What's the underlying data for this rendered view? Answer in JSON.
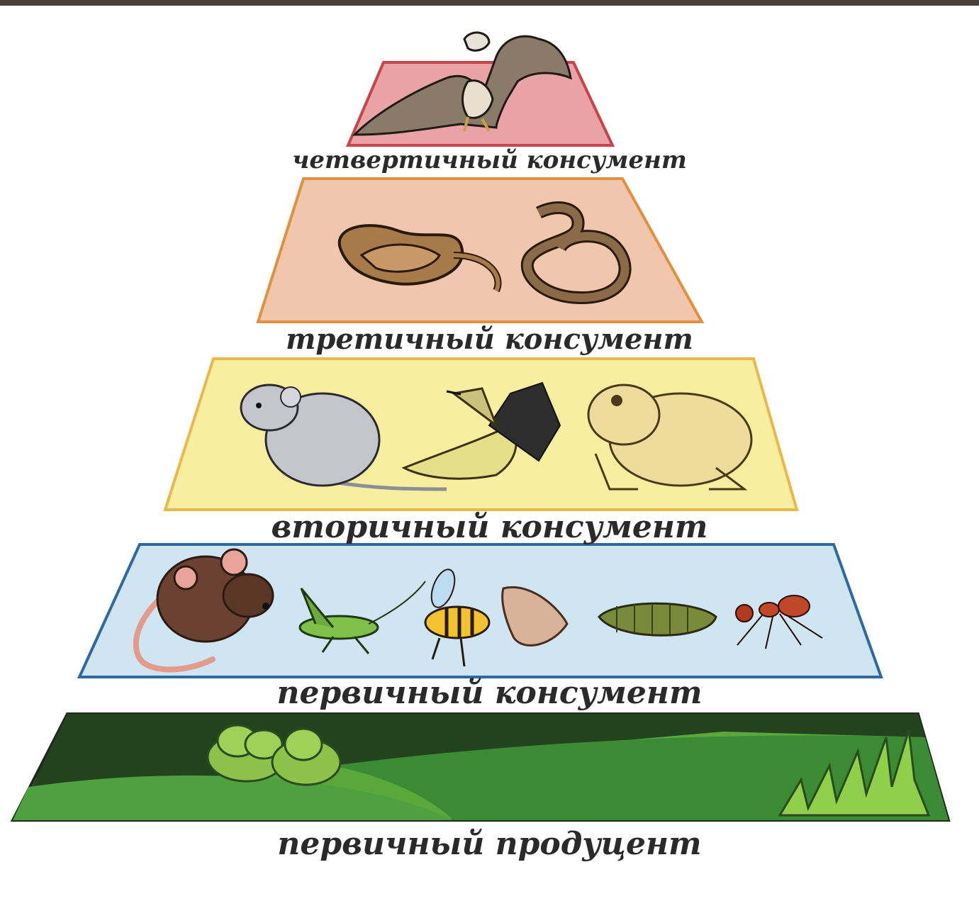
{
  "levels": [
    {
      "id": "quaternary",
      "label": "четвертичный консумент",
      "fill": "#e9a3a6",
      "stroke": "#c9434a",
      "animals": [
        "hawk"
      ]
    },
    {
      "id": "tertiary",
      "label": "третичный консумент",
      "fill": "#f0c6ad",
      "stroke": "#e0913f",
      "animals": [
        "snake",
        "snake"
      ]
    },
    {
      "id": "secondary",
      "label": "вторичный консумент",
      "fill": "#f8ee9f",
      "stroke": "#eab84a",
      "animals": [
        "rat",
        "bird",
        "toad"
      ]
    },
    {
      "id": "primary",
      "label": "первичный консумент",
      "fill": "#cfe5f2",
      "stroke": "#2e6aa0",
      "animals": [
        "mouse",
        "grasshopper",
        "bee",
        "moth",
        "caterpillar",
        "ant"
      ]
    },
    {
      "id": "producer",
      "label": "первичный продуцент",
      "fill": "#5aa83c",
      "stroke": "#1f2a1a",
      "animals": [
        "bush",
        "bush",
        "grass"
      ]
    }
  ]
}
